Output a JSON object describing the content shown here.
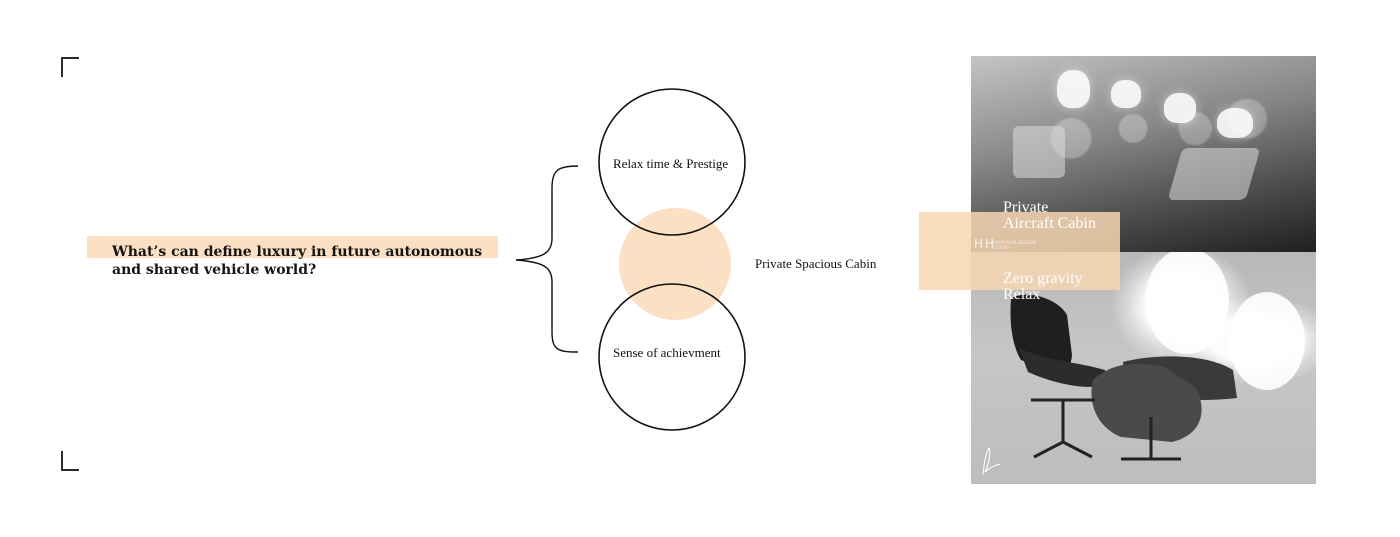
{
  "question": {
    "line1": "What’s can define luxury in future autonomous",
    "line2": "and shared vehicle world?"
  },
  "bubbles": {
    "top": "Relax time & Prestige",
    "bottom": "Sense of achievment"
  },
  "side_label": "Private Spacious Cabin",
  "photos": {
    "top": {
      "caption_line1": "Private",
      "caption_line2": "Aircraft Cabin",
      "logo_glyph": "HH",
      "logo_text": "HARRISON DESIGN STUDIO",
      "icon": "aircraft-cabin-photo"
    },
    "bottom": {
      "caption_line1": "Zero gravity",
      "caption_line2": "Relax",
      "icon": "lounge-chair-photo"
    }
  },
  "colors": {
    "accent": "#fbe0c4",
    "accent_block": "#f6d6b2",
    "venn_fill": "#fbe0c4",
    "stroke": "#111111"
  }
}
